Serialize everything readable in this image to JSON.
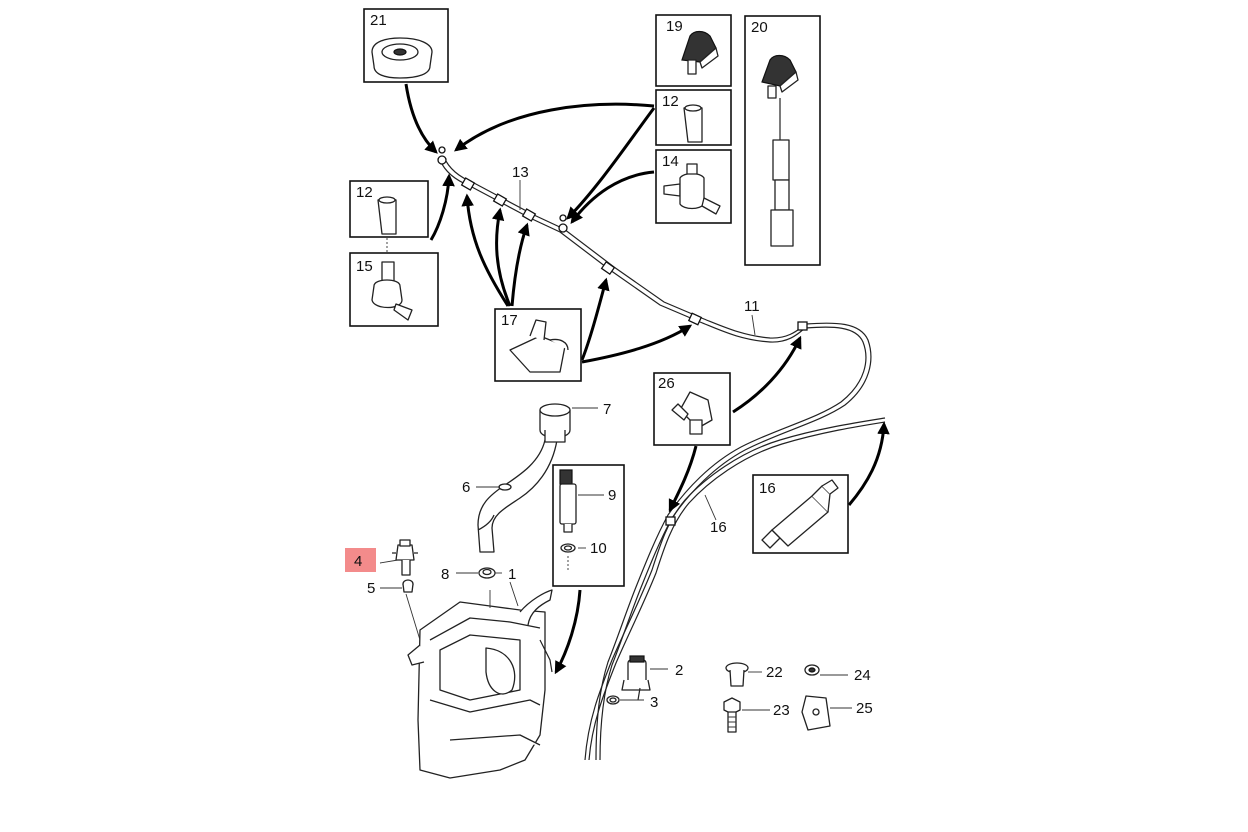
{
  "callouts": {
    "c1": "1",
    "c2": "2",
    "c3": "3",
    "c4": "4",
    "c5": "5",
    "c6": "6",
    "c7": "7",
    "c8": "8",
    "c9": "9",
    "c10": "10",
    "c11": "11",
    "c12a": "12",
    "c12b": "12",
    "c13": "13",
    "c14": "14",
    "c15": "15",
    "c16a": "16",
    "c16b": "16",
    "c17": "17",
    "c19": "19",
    "c20": "20",
    "c21": "21",
    "c22": "22",
    "c23": "23",
    "c24": "24",
    "c25": "25",
    "c26": "26"
  },
  "highlight": {
    "callout": "4",
    "color": "#f38b8b"
  },
  "colors": {
    "line": "#111111",
    "background": "#ffffff"
  }
}
